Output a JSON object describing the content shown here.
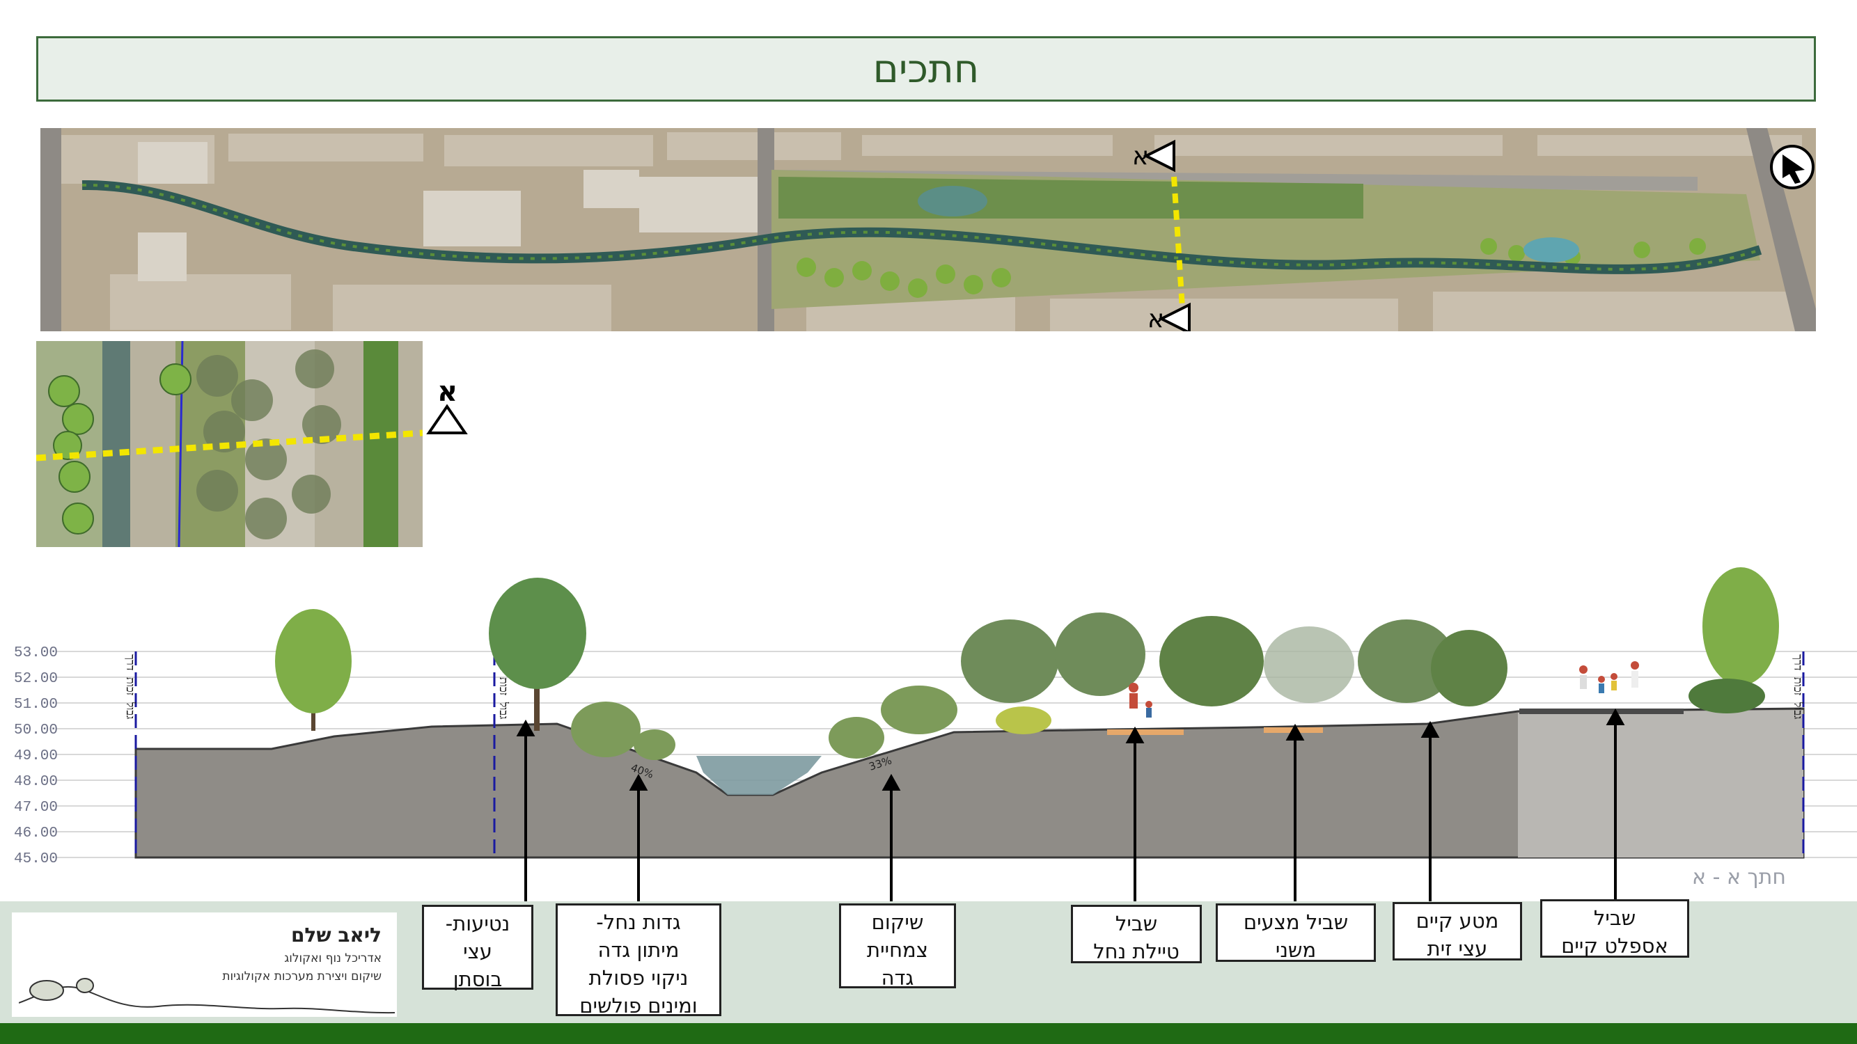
{
  "page_title": "חתכים",
  "section_marker": "א",
  "elevations": [
    "53.00",
    "52.00",
    "51.00",
    "50.00",
    "49.00",
    "48.00",
    "47.00",
    "46.00",
    "45.00"
  ],
  "boundary_labels": {
    "left": "גבול זכות דרך",
    "mid": "גבול זכות דרך",
    "right": "גבול זכות דרך"
  },
  "slopes": {
    "left": "40%",
    "right": "33%"
  },
  "section_label": "חתך א - א",
  "callouts": [
    {
      "lines": [
        "נטיעות-",
        "עצי",
        "בוסתן"
      ]
    },
    {
      "lines": [
        "גדות נחל-",
        "מיתון גדה",
        "ניקוי פסולת",
        "ומינים פולשים"
      ]
    },
    {
      "lines": [
        "שיקום",
        "צמחיית",
        "גדה"
      ]
    },
    {
      "lines": [
        "שביל",
        "טיילת נחל"
      ]
    },
    {
      "lines": [
        "שביל מצעים",
        "משני"
      ]
    },
    {
      "lines": [
        "מטע קיים",
        "עצי זית"
      ]
    },
    {
      "lines": [
        "שביל",
        "אספלט קיים"
      ]
    }
  ],
  "logo": {
    "name": "ליאב שלם",
    "line1": "אדריכל נוף ואקולוג",
    "line2": "שיקום ויצירת מערכות אקולוגיות"
  },
  "colors": {
    "title_bg": "#e8efe9",
    "title_border": "#3c6b3c",
    "band": "#d6e2d8",
    "bar": "#1f6a14",
    "marker": "#f3e600"
  }
}
